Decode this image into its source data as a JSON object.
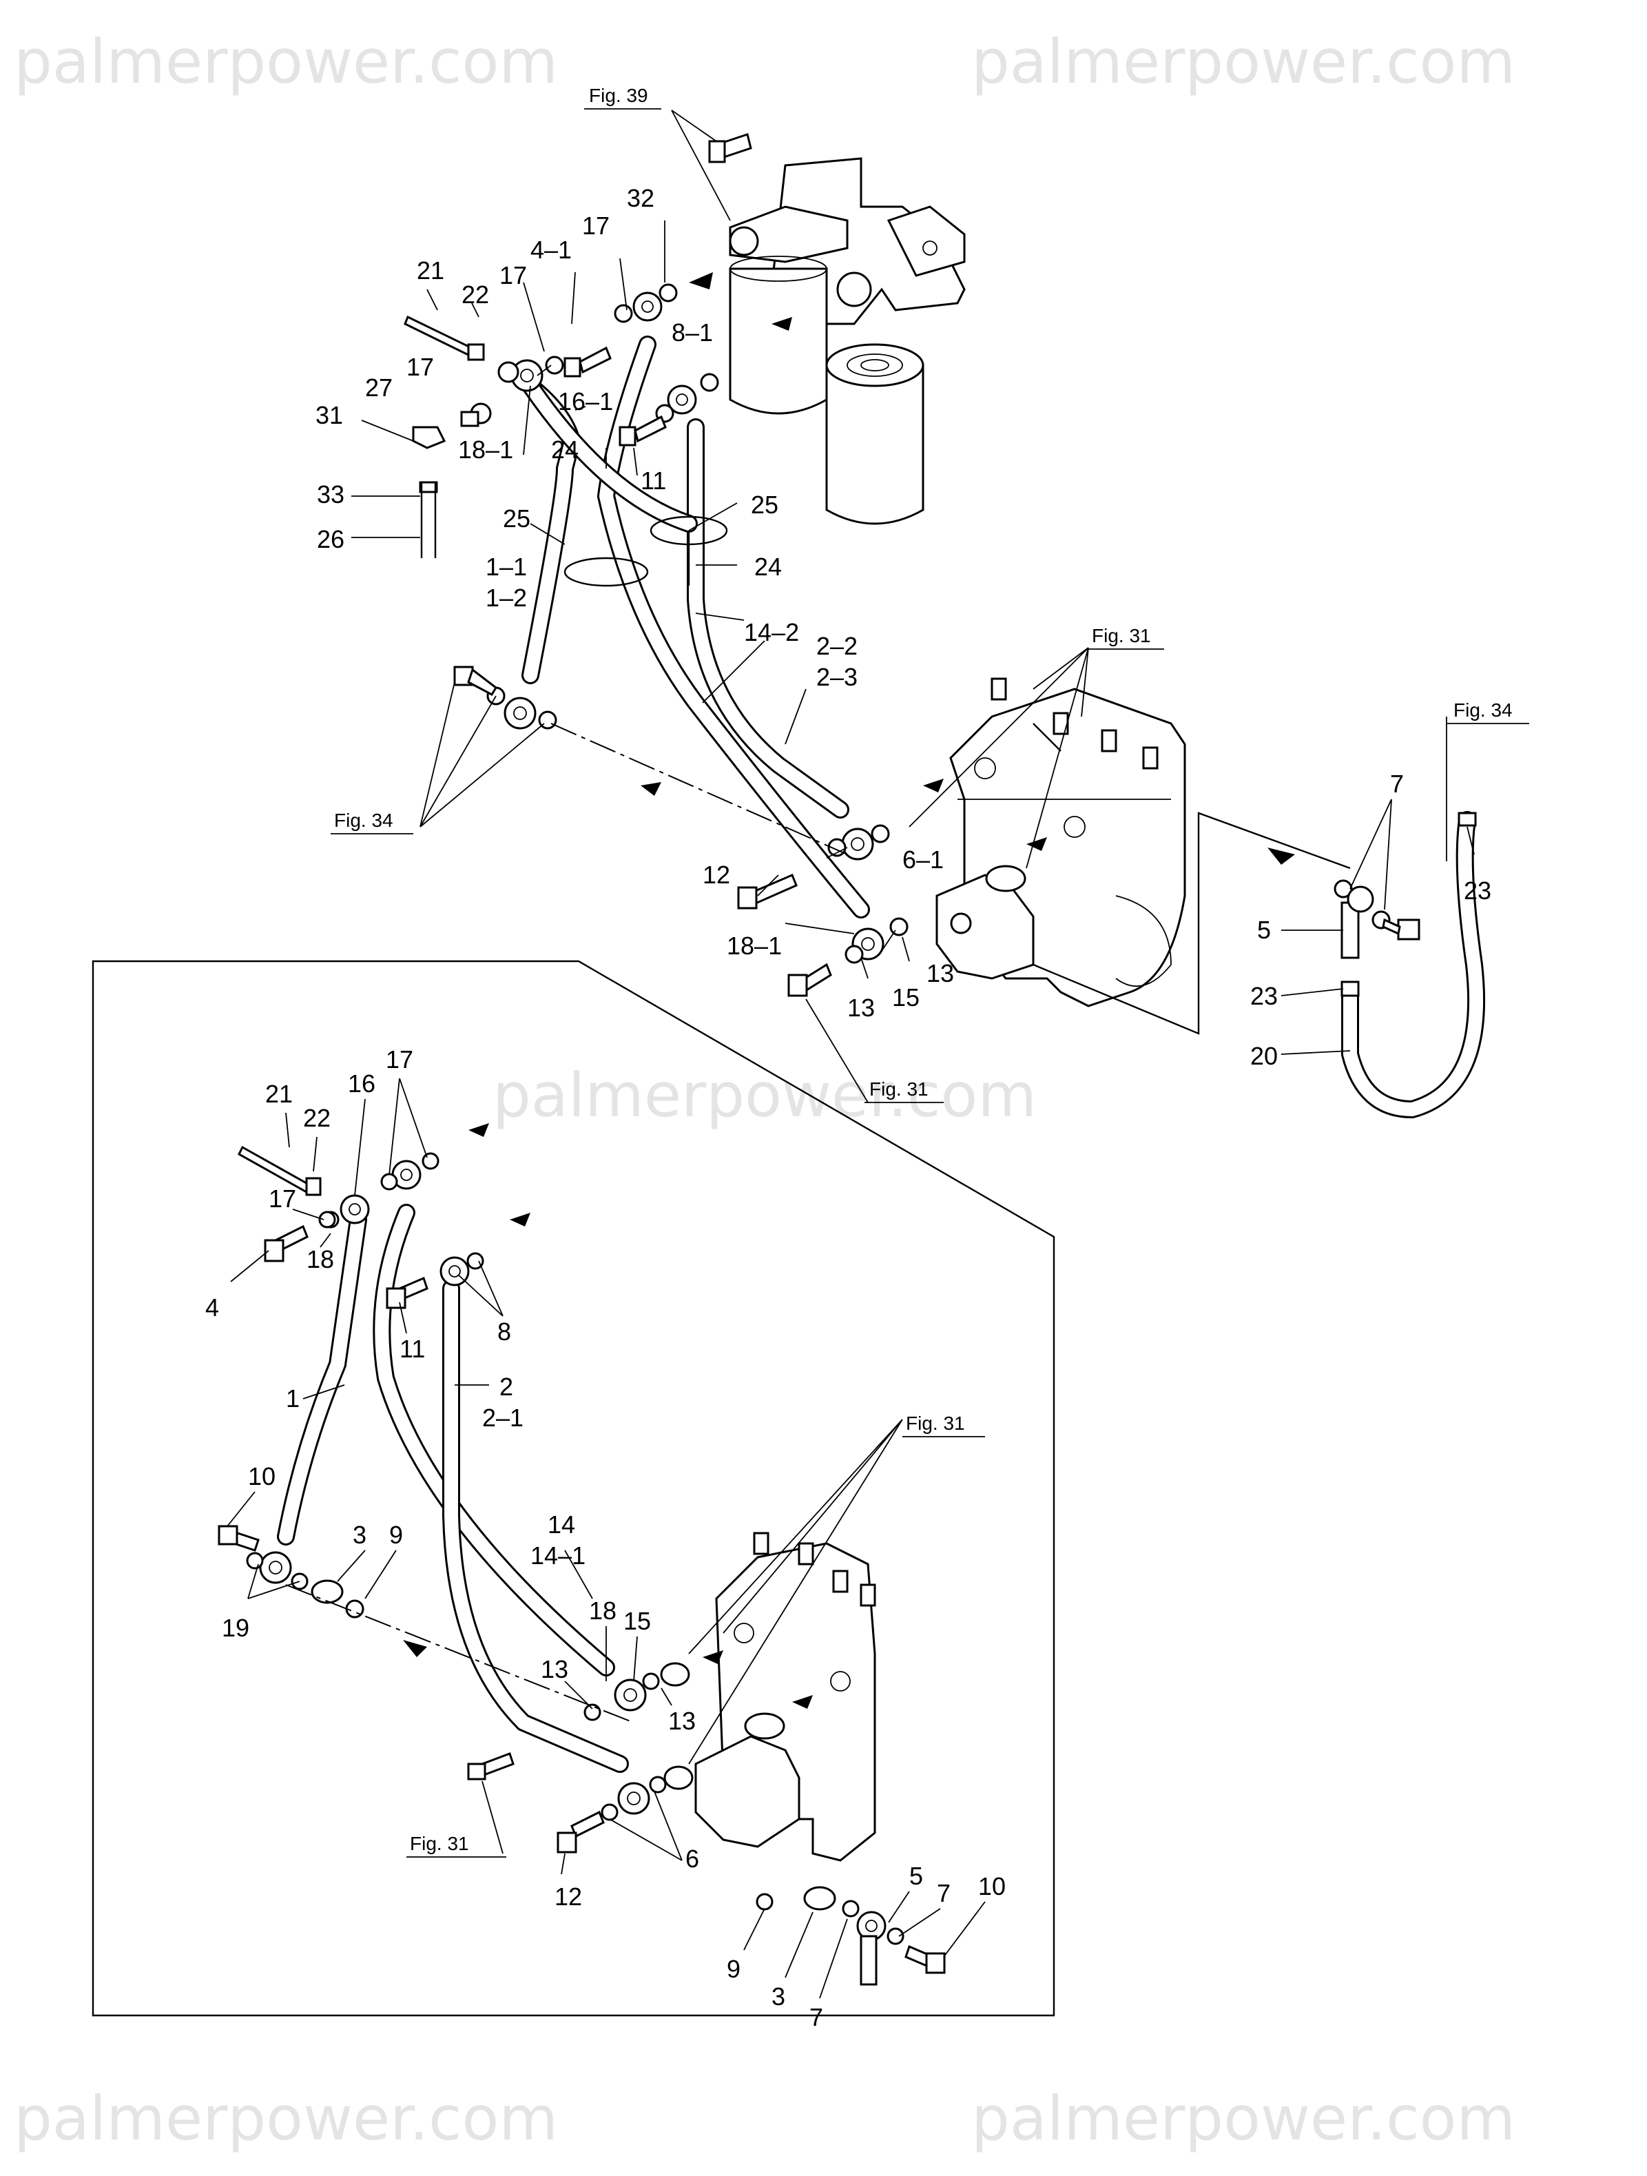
{
  "watermarks": [
    "palmerpower.com",
    "palmerpower.com",
    "palmerpower.com",
    "palmerpower.com",
    "palmerpower.com"
  ],
  "figure_refs": {
    "fig39": "Fig. 39",
    "fig31_top": "Fig. 31",
    "fig34_left": "Fig. 34",
    "fig34_right": "Fig. 34",
    "fig31_mid": "Fig. 31",
    "fig31_inset_right": "Fig. 31",
    "fig31_inset_left": "Fig. 31"
  },
  "labels_top": {
    "l21": "21",
    "l22": "22",
    "l17a": "17",
    "l4_1": "4–1",
    "l17b": "17",
    "l32": "32",
    "l17c": "17",
    "l16_1": "16–1",
    "l8_1": "8–1",
    "l27": "27",
    "l31": "31",
    "l18_1a": "18–1",
    "l24a": "24",
    "l11": "11",
    "l33": "33",
    "l26": "26",
    "l25a": "25",
    "l25b": "25",
    "l24b": "24",
    "l1_1": "1–1",
    "l1_2": "1–2",
    "l14_2": "14–2",
    "l2_2": "2–2",
    "l2_3": "2–3",
    "l6_1": "6–1",
    "l12": "12",
    "l18_1b": "18–1",
    "l13a": "13",
    "l13b": "13",
    "l15": "15",
    "l7": "7",
    "l23a": "23",
    "l5": "5",
    "l23b": "23",
    "l20": "20"
  },
  "labels_inset": {
    "l21": "21",
    "l22": "22",
    "l16": "16",
    "l17a": "17",
    "l17b": "17",
    "l18": "18",
    "l4": "4",
    "l11": "11",
    "l8": "8",
    "l1": "1",
    "l2": "2",
    "l2_1": "2–1",
    "l10a": "10",
    "l3a": "3",
    "l9a": "9",
    "l19": "19",
    "l14": "14",
    "l14_1": "14–1",
    "l18b": "18",
    "l15": "15",
    "l13a": "13",
    "l13b": "13",
    "l6": "6",
    "l12": "12",
    "l5": "5",
    "l7a": "7",
    "l10b": "10",
    "l9b": "9",
    "l3b": "3",
    "l7b": "7"
  }
}
